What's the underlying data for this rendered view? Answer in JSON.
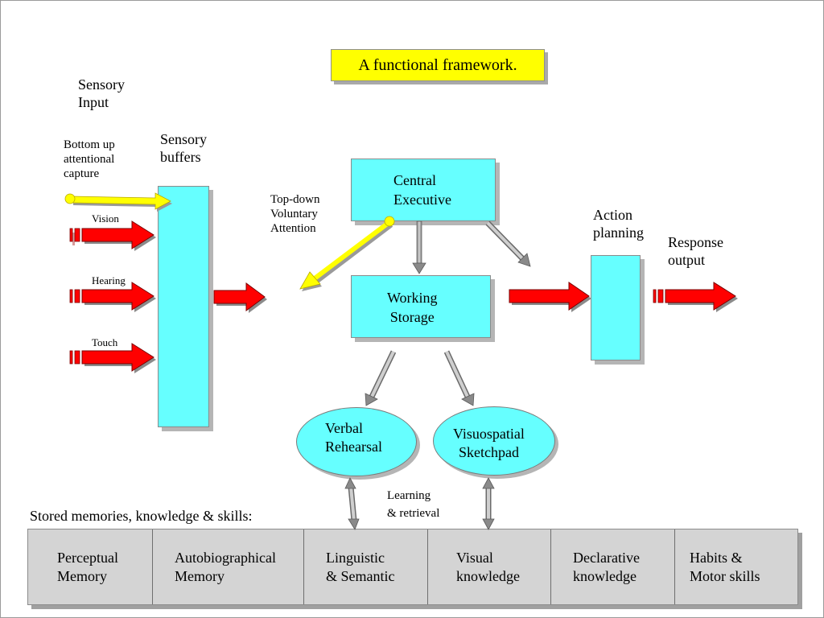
{
  "title": "A functional framework.",
  "labels": {
    "sensory_input": "Sensory\nInput",
    "bottom_up": "Bottom up\nattentional\ncapture",
    "sensory_buffers": "Sensory\nbuffers",
    "vision": "Vision",
    "hearing": "Hearing",
    "touch": "Touch",
    "top_down": "Top-down\nVoluntary\nAttention",
    "action_planning": "Action\nplanning",
    "response_output": "Response\noutput",
    "learning_retrieval": "Learning\n& retrieval",
    "stored_memories": "Stored memories, knowledge & skills:"
  },
  "boxes": {
    "central_executive": "Central\nExecutive",
    "working_storage": "Working\nStorage",
    "verbal_rehearsal": "Verbal\nRehearsal",
    "visuospatial_sketchpad": "Visuospatial\nSketchpad"
  },
  "memory_stores": [
    {
      "label": "Perceptual\nMemory"
    },
    {
      "label": "Autobiographical\nMemory"
    },
    {
      "label": "Linguistic\n& Semantic"
    },
    {
      "label": "Visual\nknowledge"
    },
    {
      "label": "Declarative\nknowledge"
    },
    {
      "label": "Habits &\nMotor skills"
    }
  ],
  "colors": {
    "title_fill": "#ffff00",
    "box_fill": "#66ffff",
    "input_arrow": "#ff0000",
    "attention_arrow": "#ffff00",
    "memory_fill": "#d4d4d4"
  }
}
